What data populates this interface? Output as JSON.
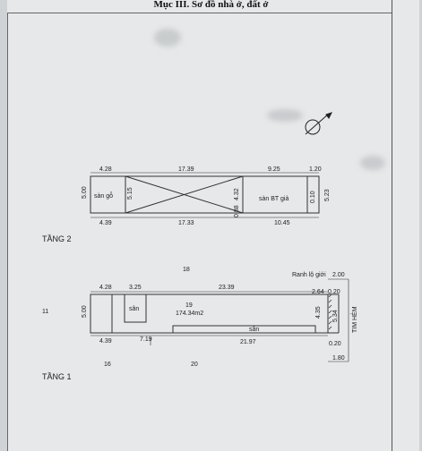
{
  "heading": "Mục III. Sơ đồ nhà ở, đất ở",
  "floor2": {
    "label": "TẦNG 2",
    "top": [
      "4.28",
      "17.39",
      "9.25",
      "1.20"
    ],
    "bottom": [
      "4.39",
      "17.33",
      "10.45"
    ],
    "left_side": "5.00",
    "right_side": "5.23",
    "inner": [
      "5.15",
      "4.32",
      "0.88",
      "0.10"
    ],
    "room_left": "sàn gỗ",
    "room_right": "sàn BT giả"
  },
  "floor1": {
    "label": "TẦNG 1",
    "neighbors": [
      "18",
      "11",
      "16",
      "20"
    ],
    "boundary_label": "Ranh lộ giới",
    "lot_number": "19",
    "area": "174.34m2",
    "top": [
      "4.28",
      "3.25",
      "23.39",
      "2.64",
      "2.00",
      "0.20"
    ],
    "bottom": [
      "4.39",
      "7.19",
      "21.97",
      "0.20",
      "1.80"
    ],
    "left_side": "5.00",
    "right_side": [
      "4.35",
      "5.34"
    ],
    "room_left": "sân",
    "room_bottom": "sân",
    "road": "TIM HẺM"
  }
}
